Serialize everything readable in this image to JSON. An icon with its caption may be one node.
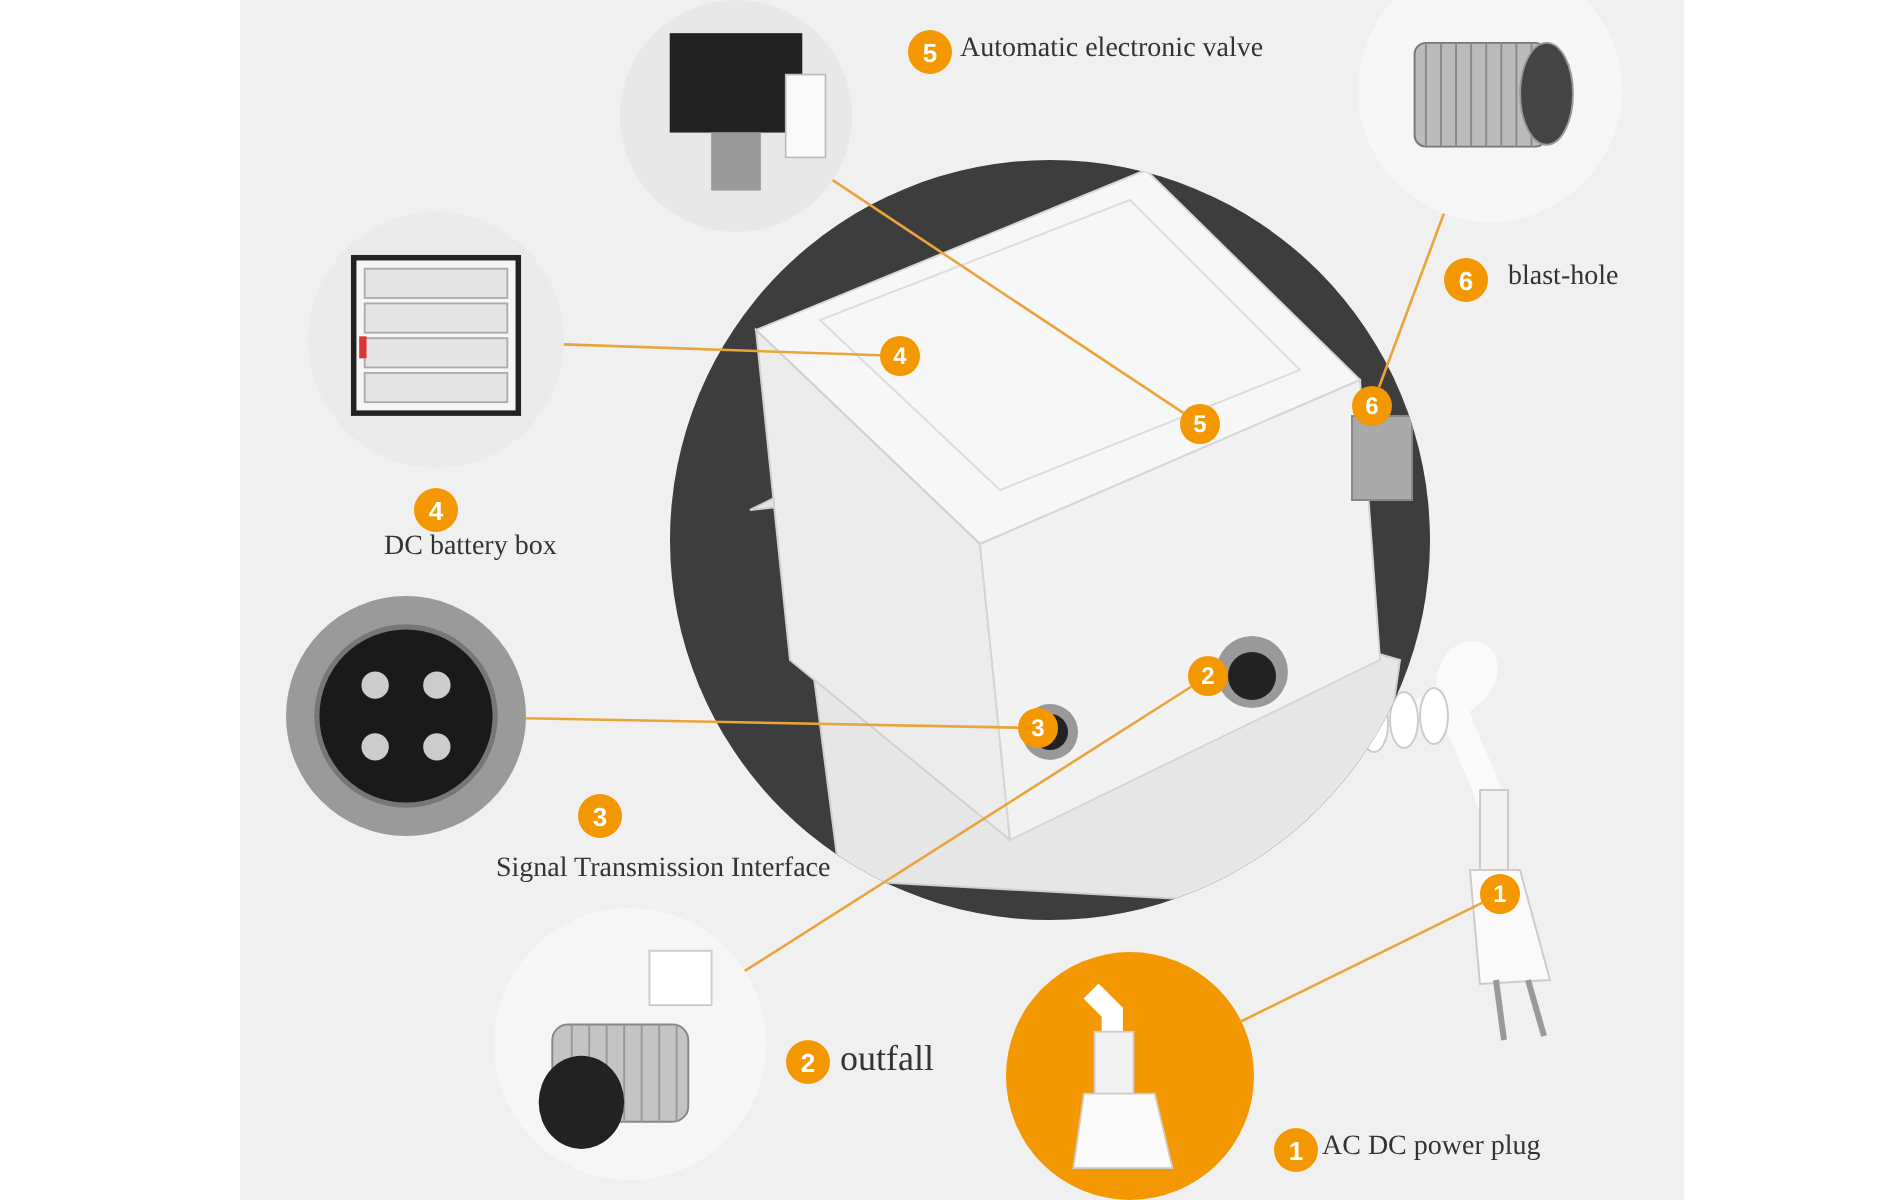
{
  "diagram": {
    "nodes": [
      {
        "text": [],
        "shape": "picture"
      },
      {
        "text": [],
        "shape": "picture"
      },
      {
        "text": [
          "5"
        ],
        "in": 0
      },
      {
        "text": [],
        "shape": "picture"
      },
      {
        "text": [
          "4"
        ],
        "in": 0
      },
      {
        "text": [],
        "shape": "picture"
      },
      {
        "text": [
          "6"
        ],
        "in": 0
      },
      {
        "text": [],
        "shape": "picture"
      },
      {
        "text": [
          "3"
        ],
        "in": 0
      },
      {
        "text": [],
        "shape": "picture"
      },
      {
        "text": [
          "2"
        ],
        "in": 0
      },
      {
        "text": [],
        "shape": "picture"
      },
      {
        "text": [
          "1"
        ]
      },
      {
        "text": [
          "5"
        ],
        "beside": [
          "Automatic electronic valve"
        ]
      },
      {
        "text": [
          "6"
        ],
        "beside": [
          "blast-hole"
        ]
      },
      {
        "text": [
          "4"
        ],
        "beside": [
          "DC battery box"
        ]
      },
      {
        "text": [
          "3"
        ],
        "beside": [
          "Signal Transmission Interface"
        ]
      },
      {
        "text": [
          "2"
        ],
        "beside": [
          "outfall"
        ]
      },
      {
        "text": [
          "1"
        ],
        "beside": [
          "AC DC power plug"
        ]
      }
    ],
    "edges": [
      {
        "from": 1,
        "to": 2,
        "arrow": "none"
      },
      {
        "from": 3,
        "to": 4,
        "arrow": "none"
      },
      {
        "from": 5,
        "to": 6,
        "arrow": "none"
      },
      {
        "from": 7,
        "to": 8,
        "arrow": "none"
      },
      {
        "from": 9,
        "to": 10,
        "arrow": "none"
      },
      {
        "from": 11,
        "to": 12,
        "arrow": "none"
      }
    ]
  }
}
